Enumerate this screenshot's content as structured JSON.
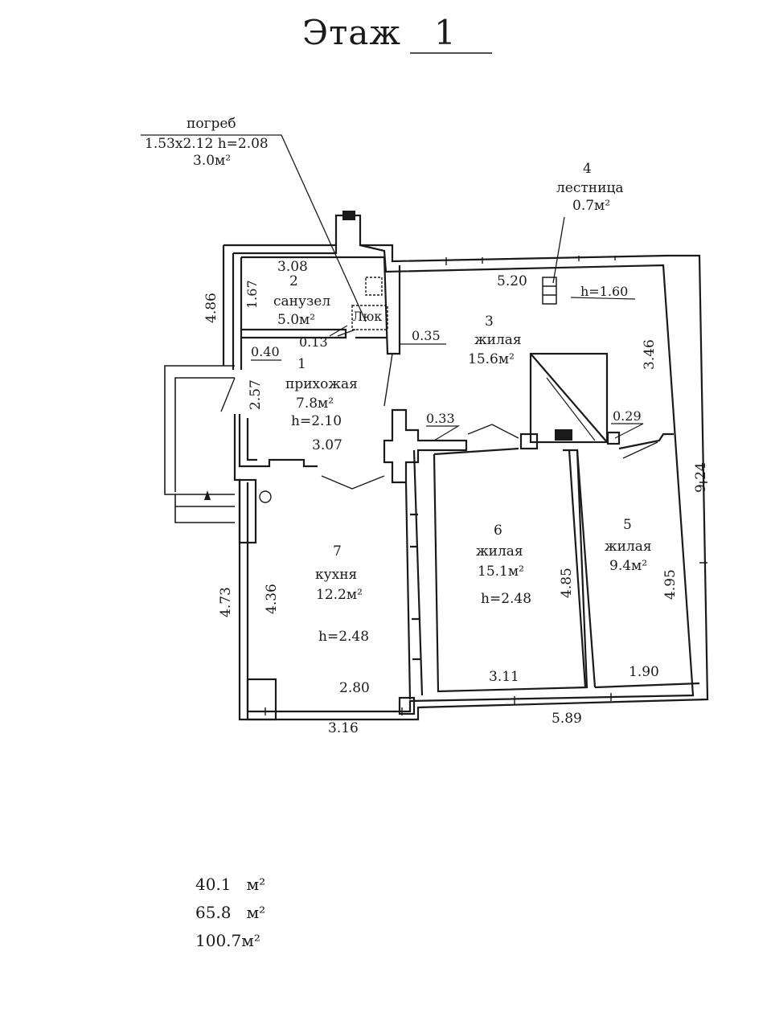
{
  "title": {
    "label": "Этаж",
    "floor": "1"
  },
  "cellar": {
    "name": "погреб",
    "size": "1.53x2.12 h=2.08",
    "area": "3.0м²"
  },
  "rooms": [
    {
      "num": "1",
      "name": "прихожая",
      "area": "7.8м²",
      "height": "h=2.10"
    },
    {
      "num": "2",
      "name": "санузел",
      "area": "5.0м²"
    },
    {
      "num": "3",
      "name": "жилая",
      "area": "15.6м²"
    },
    {
      "num": "4",
      "name": "лестница",
      "area": "0.7м²",
      "height": "h=1.60"
    },
    {
      "num": "5",
      "name": "жилая",
      "area": "9.4м²"
    },
    {
      "num": "6",
      "name": "жилая",
      "area": "15.1м²",
      "height": "h=2.48"
    },
    {
      "num": "7",
      "name": "кухня",
      "area": "12.2м²",
      "height": "h=2.48"
    }
  ],
  "hatch_label": "Люк",
  "dimensions": {
    "d308": "3.08",
    "d520": "5.20",
    "d167": "1.67",
    "d486": "4.86",
    "d013": "0.13",
    "d035": "0.35",
    "d040": "0.40",
    "d257": "2.57",
    "d307": "3.07",
    "d033": "0.33",
    "d029": "0.29",
    "d346": "3.46",
    "d924": "9.24",
    "d473": "4.73",
    "d436": "4.36",
    "d485": "4.85",
    "d495": "4.95",
    "d280": "2.80",
    "d311": "3.11",
    "d190": "1.90",
    "d316": "3.16",
    "d589": "5.89"
  },
  "totals": [
    {
      "value": "40.1",
      "unit": "м²"
    },
    {
      "value": "65.8",
      "unit": "м²"
    },
    {
      "value": "100.7",
      "unit": "м²"
    }
  ]
}
